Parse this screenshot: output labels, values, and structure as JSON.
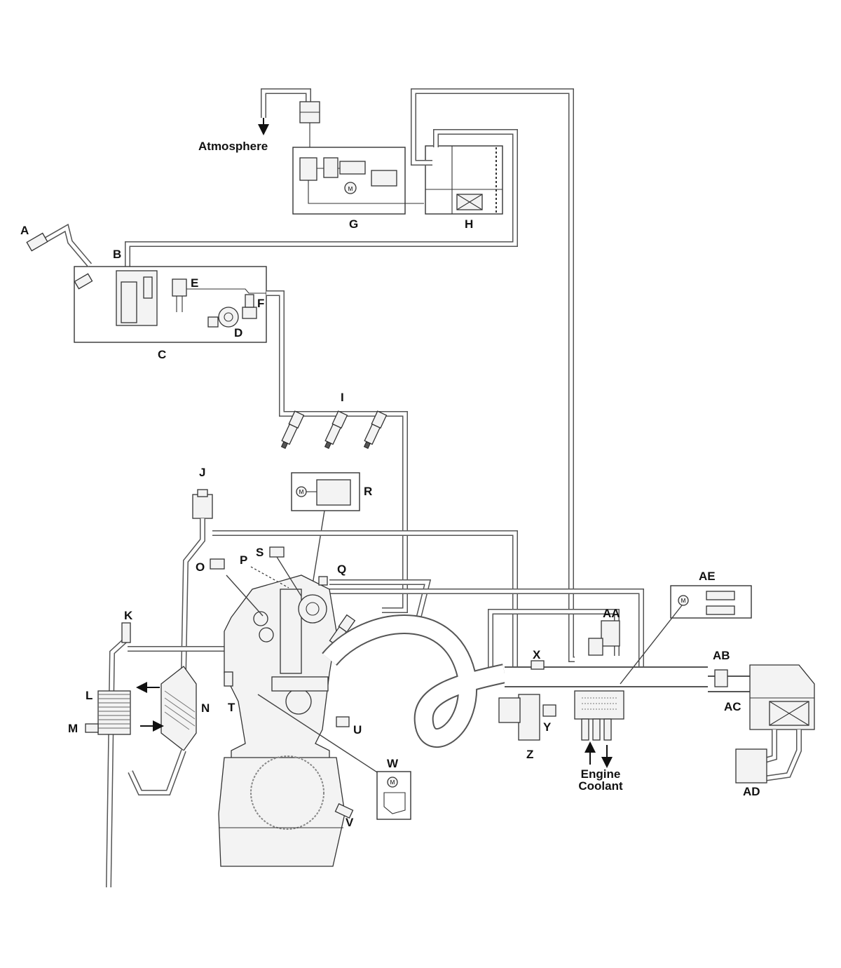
{
  "labels": {
    "atmosphere": "Atmosphere",
    "A": "A",
    "B": "B",
    "C": "C",
    "D": "D",
    "E": "E",
    "F": "F",
    "G": "G",
    "H": "H",
    "I": "I",
    "J": "J",
    "K": "K",
    "L": "L",
    "M": "M",
    "N": "N",
    "O": "O",
    "P": "P",
    "Q": "Q",
    "R": "R",
    "S": "S",
    "T": "T",
    "U": "U",
    "V": "V",
    "W": "W",
    "X": "X",
    "Y": "Y",
    "Z": "Z",
    "AA": "AA",
    "AB": "AB",
    "AC": "AC",
    "AD": "AD",
    "AE": "AE",
    "engine_coolant": "Engine Coolant"
  },
  "motor_symbol": "M"
}
